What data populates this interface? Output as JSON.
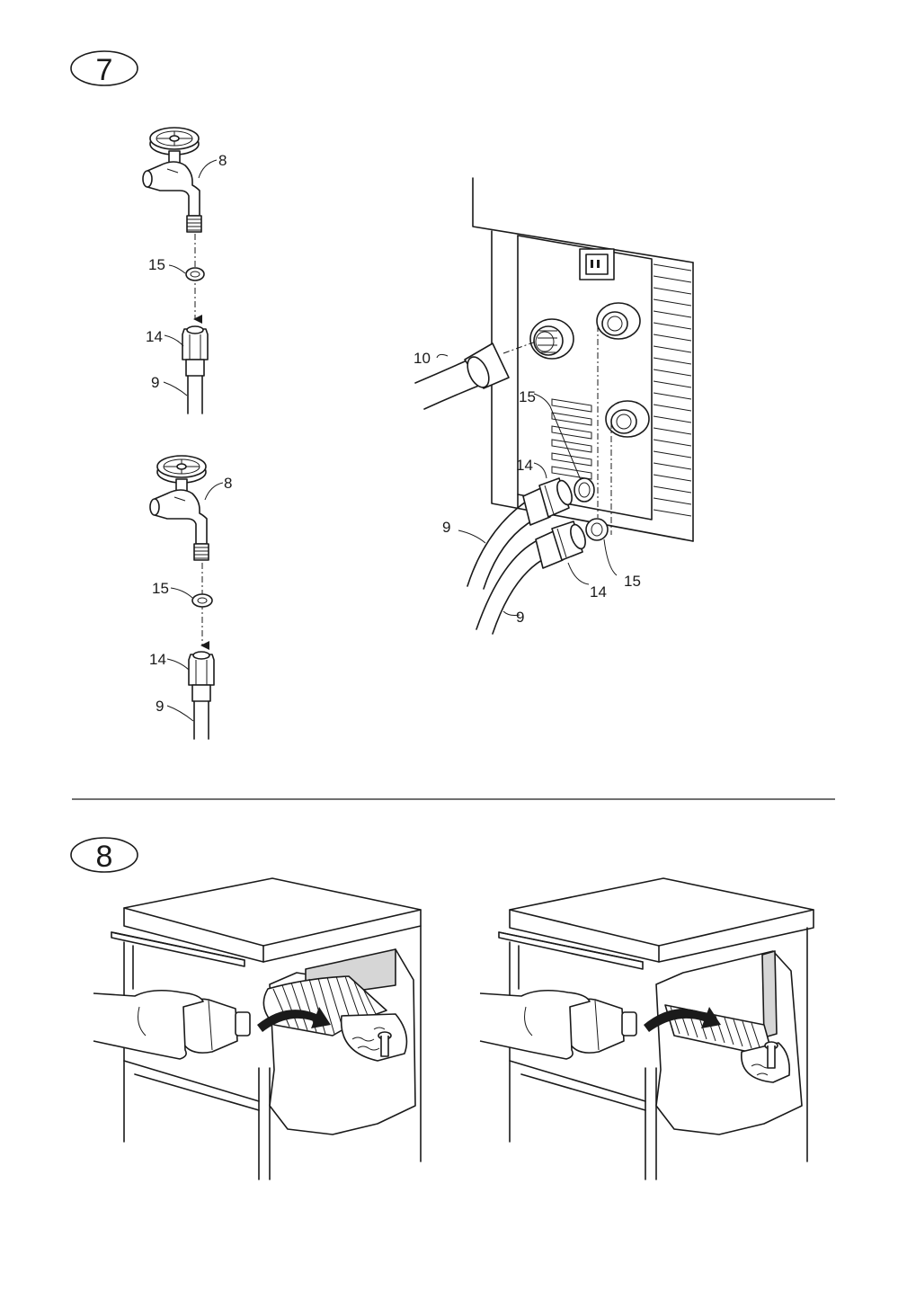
{
  "steps": {
    "seven": "7",
    "eight": "8"
  },
  "callouts": {
    "top_tap": "8",
    "top_washer": "15",
    "top_nut": "14",
    "top_hose": "9",
    "mid_tap": "8",
    "mid_washer": "15",
    "mid_nut": "14",
    "mid_hose": "9",
    "drain_hose": "10",
    "panel_washer_a": "15",
    "panel_nut_a": "14",
    "panel_hose_a": "9",
    "panel_nut_b": "14",
    "panel_washer_b": "15",
    "panel_hose_b": "9"
  },
  "icons": [
    "tap-icon",
    "washer-icon",
    "hose-nut-icon",
    "power-socket-icon",
    "bottle-icon",
    "pour-arrow-icon"
  ]
}
